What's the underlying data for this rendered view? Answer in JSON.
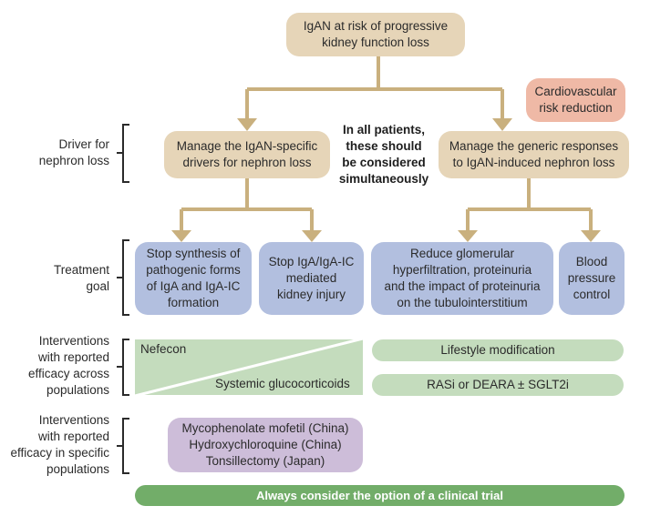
{
  "top_box": {
    "line1": "IgAN at risk of progressive",
    "line2": "kidney function loss"
  },
  "cardio_box": {
    "line1": "Cardiovascular",
    "line2": "risk reduction"
  },
  "center_note": {
    "lines": [
      "In all patients,",
      "these should",
      "be considered",
      "simultaneously"
    ]
  },
  "row_labels": {
    "driver": [
      "Driver for",
      "nephron loss"
    ],
    "treatment": [
      "Treatment",
      "goal"
    ],
    "across": [
      "Interventions",
      "with reported",
      "efficacy across",
      "populations"
    ],
    "specific": [
      "Interventions",
      "with reported",
      "efficacy in specific",
      "populations"
    ]
  },
  "drivers": {
    "left": {
      "line1": "Manage the IgAN-specific",
      "line2": "drivers for nephron loss"
    },
    "right": {
      "line1": "Manage the generic responses",
      "line2": "to IgAN-induced nephron loss"
    }
  },
  "goals": [
    {
      "lines": [
        "Stop synthesis of",
        "pathogenic forms",
        "of IgA and IgA-IC",
        "formation"
      ]
    },
    {
      "lines": [
        "Stop IgA/IgA-IC",
        "mediated",
        "kidney injury"
      ]
    },
    {
      "lines": [
        "Reduce glomerular",
        "hyperfiltration, proteinuria",
        "and the impact of proteinuria",
        "on the tubulointerstitium"
      ]
    },
    {
      "lines": [
        "Blood",
        "pressure",
        "control"
      ]
    }
  ],
  "across_interventions": {
    "nefecon": "Nefecon",
    "glucocorticoids": "Systemic glucocorticoids",
    "lifestyle": "Lifestyle modification",
    "rasi": "RASi or DEARA ± SGLT2i"
  },
  "specific_interventions": [
    "Mycophenolate mofetil (China)",
    "Hydroxychloroquine (China)",
    "Tonsillectomy (Japan)"
  ],
  "trial_banner": "Always consider the option of a clinical trial",
  "colors": {
    "tan": "#e6d5b8",
    "connector": "#c9b07e",
    "blue": "#b2bfdf",
    "pink": "#efb9a6",
    "green_light": "#c4dcbd",
    "purple": "#cdbdd9",
    "green_banner": "#72ad69"
  }
}
